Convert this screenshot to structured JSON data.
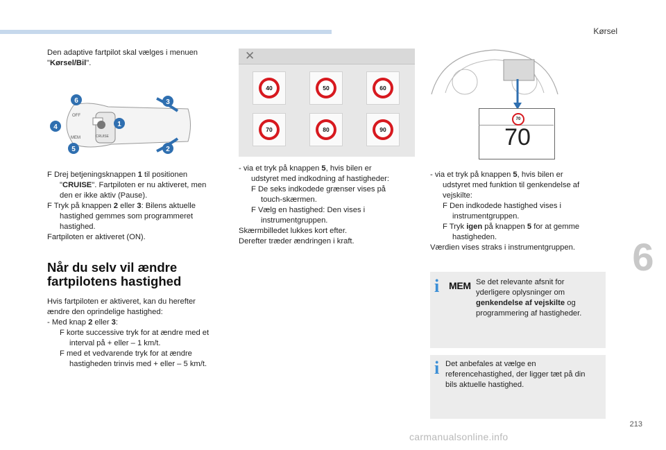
{
  "header": {
    "section": "Kørsel",
    "chapter_number": "6",
    "page_number": "213"
  },
  "col1": {
    "intro_line1": "Den adaptive fartpilot skal vælges i menuen",
    "intro_line2_q1": "\"",
    "intro_line2_bold": "Kørsel/Bil",
    "intro_line2_q2": "\".",
    "steps": [
      {
        "a": "F Drej betjeningsknappen ",
        "b": "1",
        "c": " til positionen"
      },
      {
        "a": "\"",
        "b": "CRUISE",
        "c": "\". Fartpiloten er nu aktiveret, men"
      },
      {
        "a": "den er ikke aktiv (Pause).",
        "b": "",
        "c": ""
      },
      {
        "a": "F Tryk på knappen ",
        "b": "2",
        "c": " eller "
      },
      {
        "a": "hastighed gemmes som programmeret",
        "b": "",
        "c": ""
      },
      {
        "a": "hastighed.",
        "b": "",
        "c": ""
      }
    ],
    "step4_bold2": "3",
    "step4_tail": ": Bilens aktuelle",
    "step_end": "Fartpiloten er aktiveret (ON).",
    "heading_line1": "Når du selv vil ændre",
    "heading_line2": "fartpilotens hastighed",
    "change": {
      "l1": "Hvis fartpiloten er aktiveret, kan du herefter",
      "l2": "ændre den oprindelige hastighed:",
      "l3a": "-  Med knap ",
      "l3b": "2",
      "l3c": " eller ",
      "l3d": "3",
      "l3e": ":",
      "l4": "F korte successive tryk for at ændre med et",
      "l5": "interval på + eller – 1 km/t.",
      "l6": "F med et vedvarende tryk for at ændre",
      "l7": "hastigheden trinvis med + eller – 5 km/t."
    }
  },
  "figure_controls": {
    "callouts": [
      "6",
      "4",
      "5",
      "1",
      "3",
      "2"
    ],
    "lever_labels": [
      "OFF",
      "MEM",
      "CRUISE"
    ]
  },
  "speed_screen": {
    "close_icon": "close-icon",
    "signs": [
      "40",
      "50",
      "60",
      "70",
      "80",
      "90"
    ]
  },
  "col2": {
    "l1a": "-  via et tryk på knappen ",
    "l1b": "5",
    "l1c": ", hvis bilen er",
    "l2": "udstyret med indkodning af hastigheder:",
    "l3": "F De seks indkodede grænser vises på",
    "l4": "touch-skærmen.",
    "l5": "F Vælg en hastighed: Den vises i",
    "l6": "instrumentgruppen.",
    "l7": "Skærmbilledet lukkes kort efter.",
    "l8": "Derefter træder ændringen i kraft."
  },
  "cluster": {
    "small_sign": "70",
    "big_value": "70"
  },
  "col3": {
    "l1a": "-  via et tryk på knappen ",
    "l1b": "5",
    "l1c": ", hvis bilen er",
    "l2": "udstyret med funktion til genkendelse af",
    "l3": "vejskilte:",
    "l4": "F Den indkodede hastighed vises i",
    "l5": "instrumentgruppen.",
    "l6a": "F Tryk ",
    "l6b": "igen",
    "l6c": " på knappen ",
    "l6d": "5",
    "l6e": " for at gemme",
    "l7": "hastigheden.",
    "l8": "Værdien vises straks i instrumentgruppen."
  },
  "info1": {
    "icon": "info-icon",
    "mem": "MEM",
    "l1": "Se det relevante afsnit for",
    "l2": "yderligere oplysninger om",
    "l3b": "genkendelse af vejskilte",
    "l3c": " og",
    "l4": "programmering af hastigheder."
  },
  "info2": {
    "icon": "info-icon",
    "l1": "Det anbefales at vælge en",
    "l2": "referencehastighed, der ligger tæt på din",
    "l3": "bils aktuelle hastighed."
  },
  "watermark": "carmanualsonline.info",
  "colors": {
    "accent_bar": "#c6d8ec",
    "info_blue": "#3c8fd6",
    "sign_red": "#d7191f",
    "callout_blue": "#2f6fb0",
    "infobox_bg": "#ececec"
  }
}
